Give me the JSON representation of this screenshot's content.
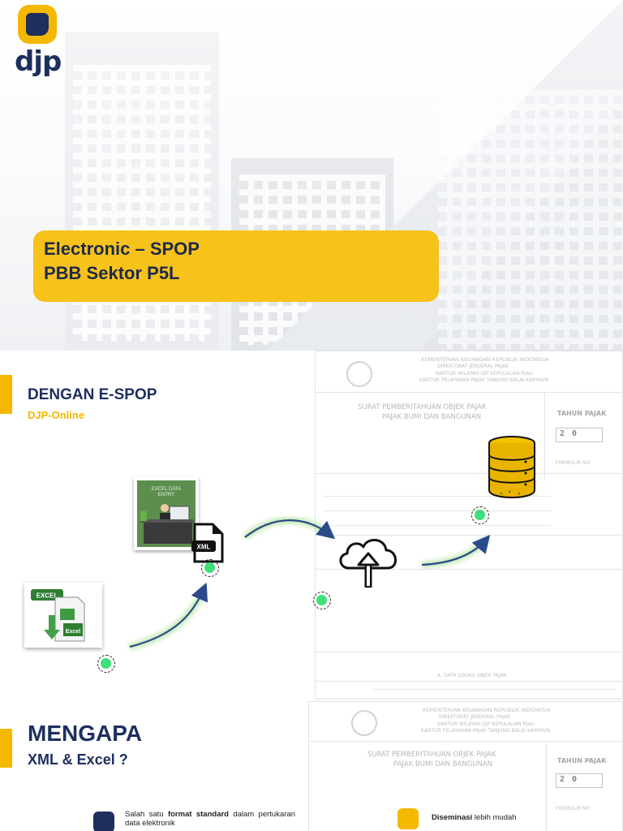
{
  "logo": {
    "text": "djp"
  },
  "title": {
    "line1": "Electronic – SPOP",
    "line2": "PBB Sektor P5L"
  },
  "section1": {
    "title": "DENGAN E-SPOP",
    "subtitle": "DJP-Online"
  },
  "diagram": {
    "excel_data_entry_label": "EXCEL DATA ENTRY",
    "xml_label": "XML",
    "excel_label": "EXCEL",
    "excel_file_label": "Excel"
  },
  "form_background": {
    "header": "KEMENTERIAN KEUANGAN REPUBLIK INDONESIA",
    "dirjen": "DIREKTORAT JENDERAL PAJAK",
    "kanwil": "KANTOR WILAYAH DJP KEPULAUAN RIAU",
    "kpp": "KANTOR PELAYANAN PAJAK TANJUNG BALAI KARIMUN",
    "form_title": "SURAT PEMBERITAHUAN OBJEK PAJAK",
    "form_subtitle": "PAJAK BUMI DAN BANGUNAN",
    "tahun_pajak": "TAHUN PAJAK",
    "year_digit1": "2",
    "year_digit2": "0",
    "section_a": "A. DATA LOKASI OBJEK PAJAK",
    "formulir_no": "FORMULIR NO"
  },
  "section2": {
    "title": "MENGAPA",
    "subtitle": "XML & Excel ?"
  },
  "bullets": [
    {
      "pre": "Salah satu ",
      "bold": "format standard",
      "post": " dalam pertukaran data elektronik",
      "color": "#1d2f5e"
    },
    {
      "pre": "",
      "bold": "Diseminasi",
      "post": " lebih mudah",
      "color": "#f5b800"
    }
  ],
  "colors": {
    "navy": "#1d2f5e",
    "gold": "#f5b800",
    "title_box": "#f7c21a",
    "dot_green": "#3ee07a",
    "arrow": "#2a4a8a"
  }
}
